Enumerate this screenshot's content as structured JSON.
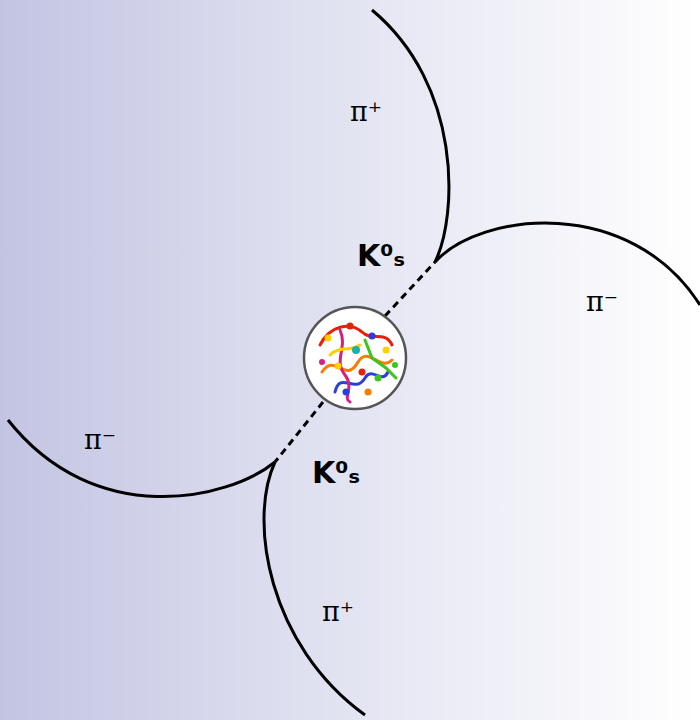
{
  "diagram": {
    "labels": [
      "π⁺",
      "K⁰ₛ",
      "π⁻",
      "π⁻",
      "K⁰ₛ",
      "π⁺"
    ]
  }
}
